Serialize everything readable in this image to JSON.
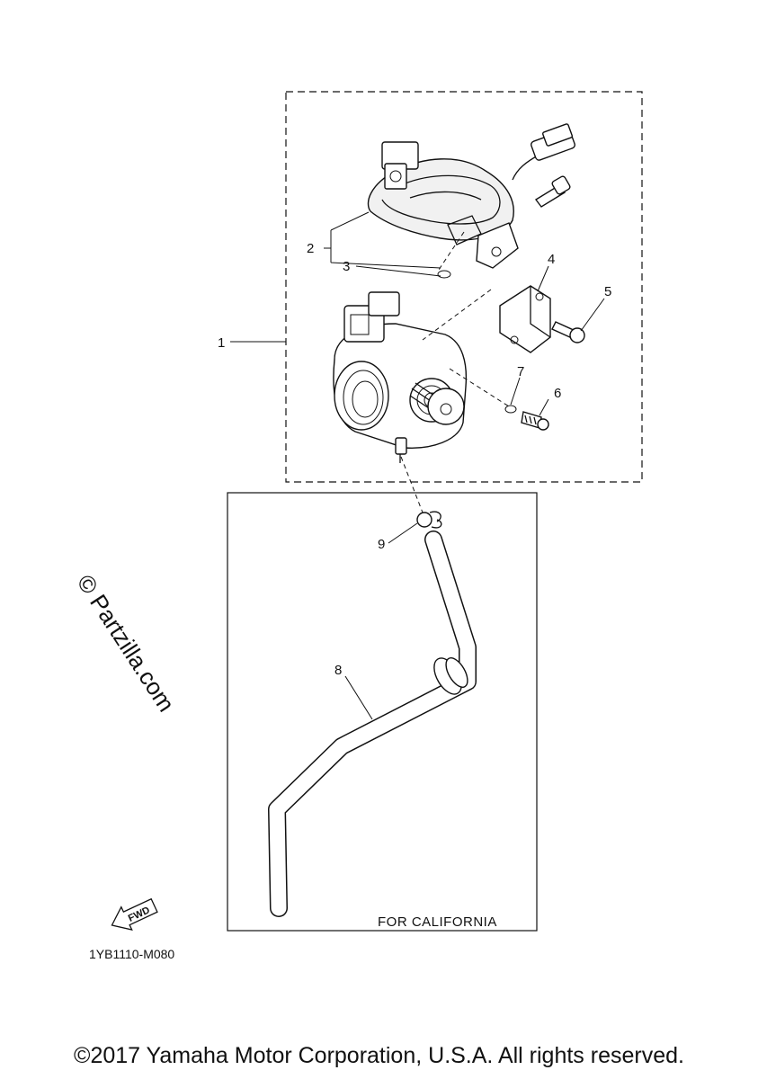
{
  "watermark": "© Partzilla.com",
  "callouts": [
    "1",
    "2",
    "3",
    "4",
    "5",
    "6",
    "7",
    "8",
    "9"
  ],
  "california_box_label": "FOR CALIFORNIA",
  "fwd_label": "FWD",
  "diagram_code": "1YB1110-M080",
  "copyright": "©2017 Yamaha Motor Corporation, U.S.A. All rights reserved."
}
